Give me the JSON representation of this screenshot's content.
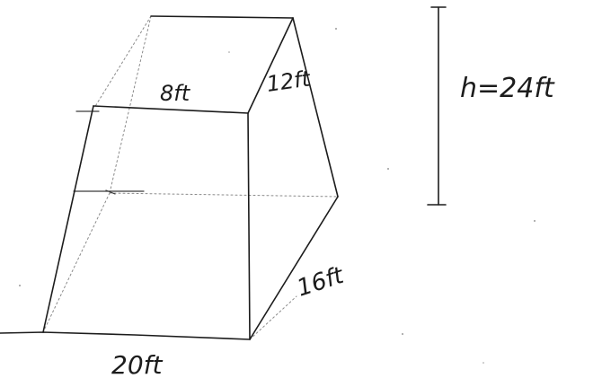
{
  "labels": {
    "top_front_edge": "8ft",
    "top_side_edge": "12ft",
    "bottom_side_edge": "16ft",
    "bottom_front_edge": "20ft",
    "height": "h=24ft"
  }
}
